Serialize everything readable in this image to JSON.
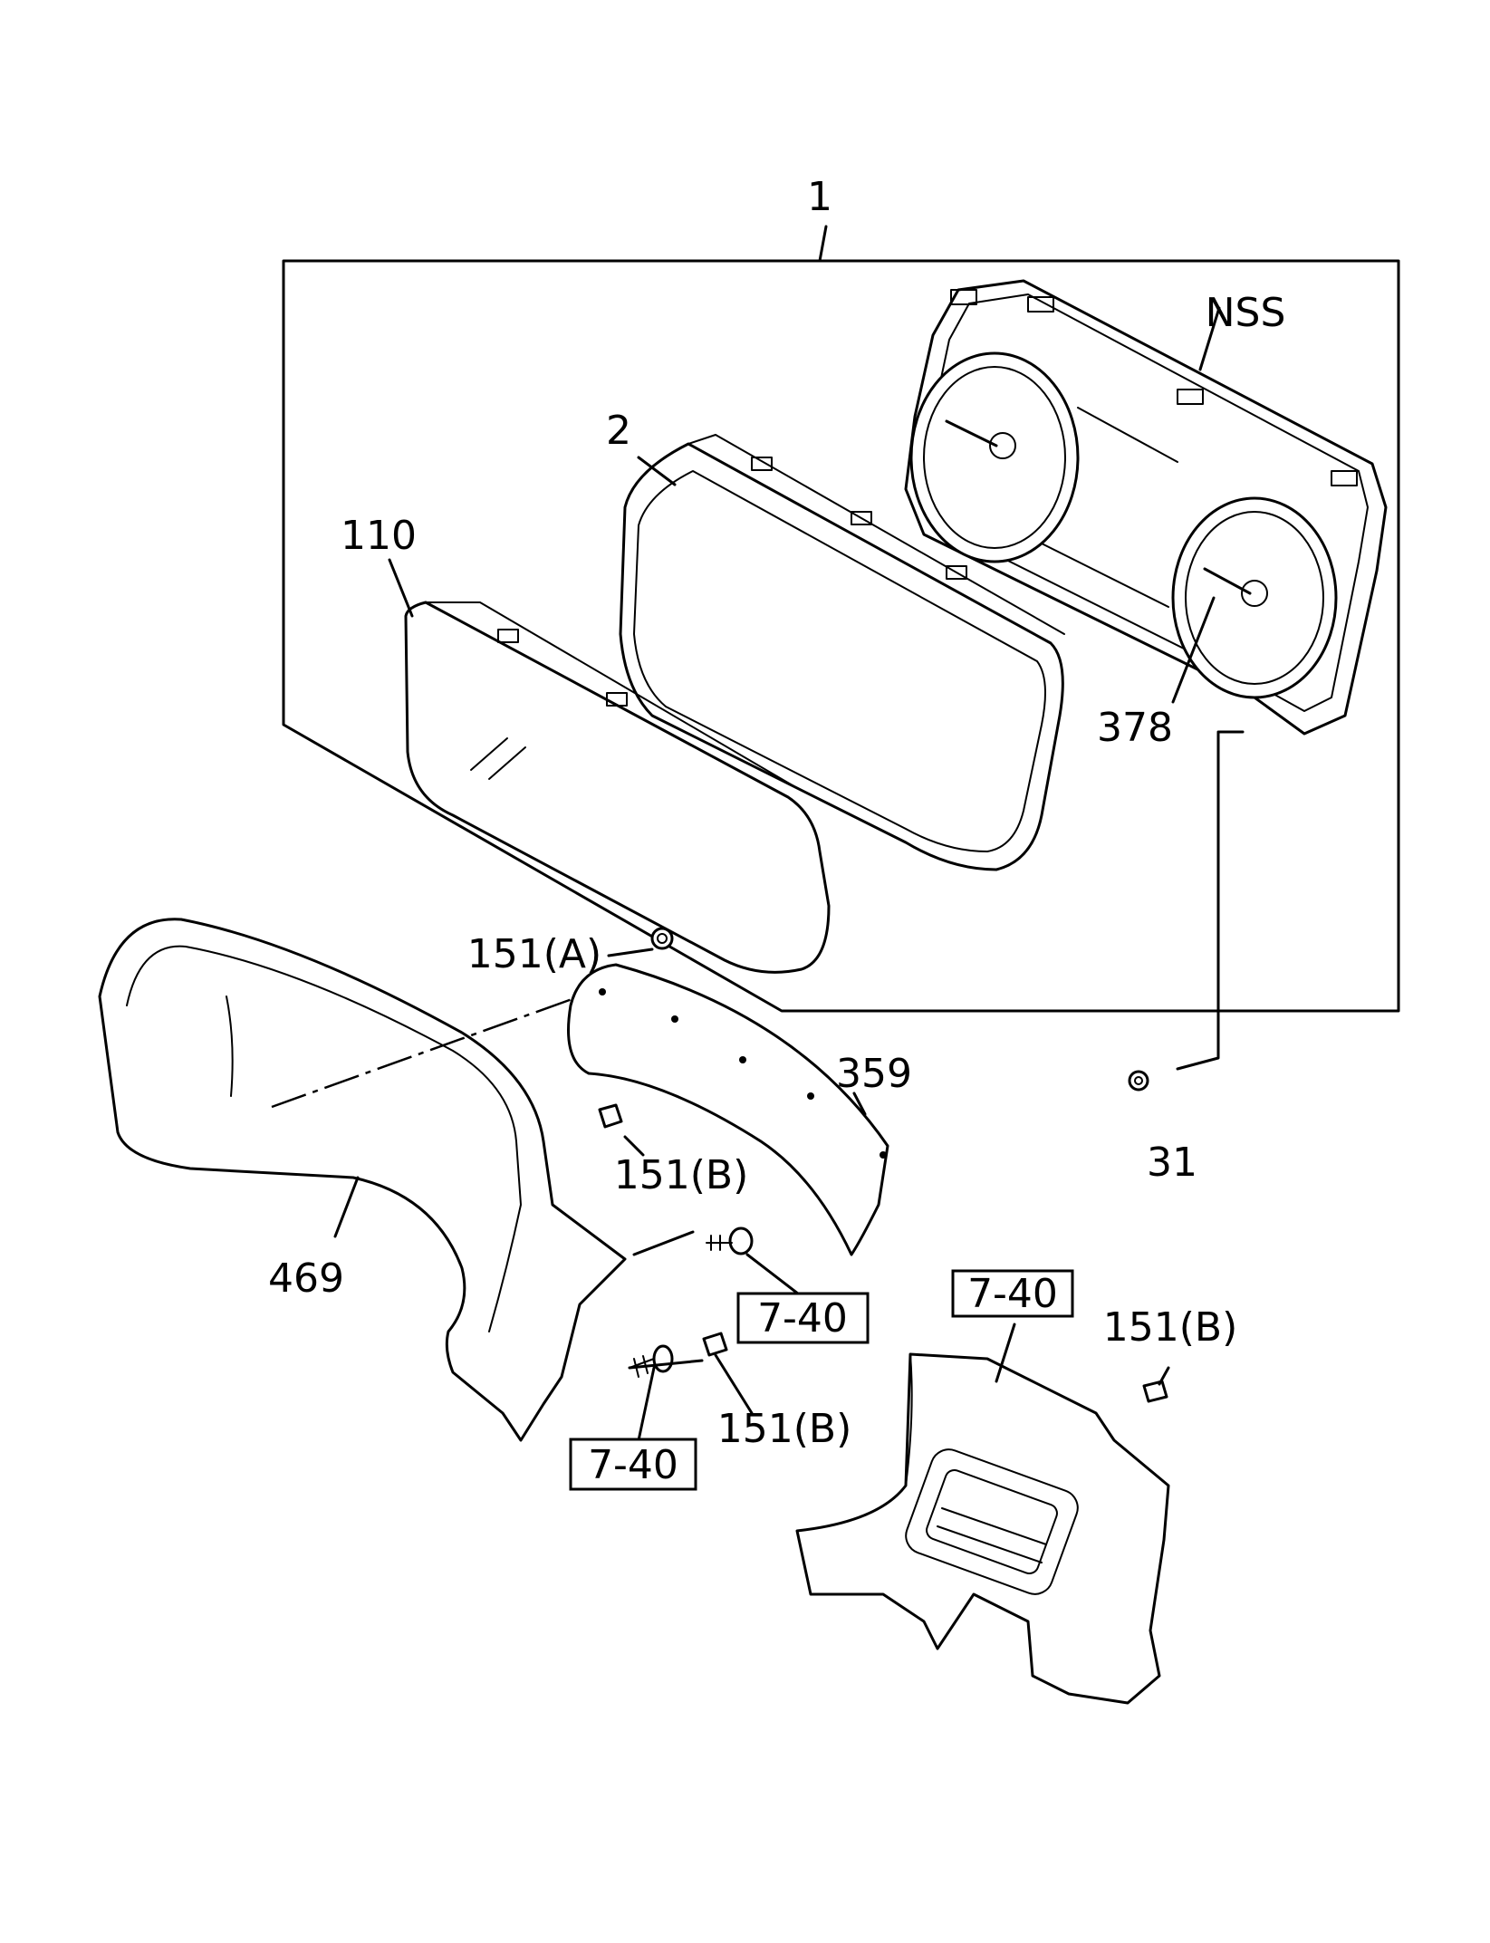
{
  "callouts": {
    "assembly": "1",
    "nss": "NSS",
    "case": "2",
    "lens": "110",
    "meter": "378",
    "screw_31": "31",
    "clip_a": "151(A)",
    "panel_359": "359",
    "clip_b_1": "151(B)",
    "bezel_469": "469",
    "ref_1": "7-40",
    "ref_2": "7-40",
    "ref_3": "7-40",
    "clip_b_2": "151(B)",
    "clip_b_3": "151(B)"
  }
}
